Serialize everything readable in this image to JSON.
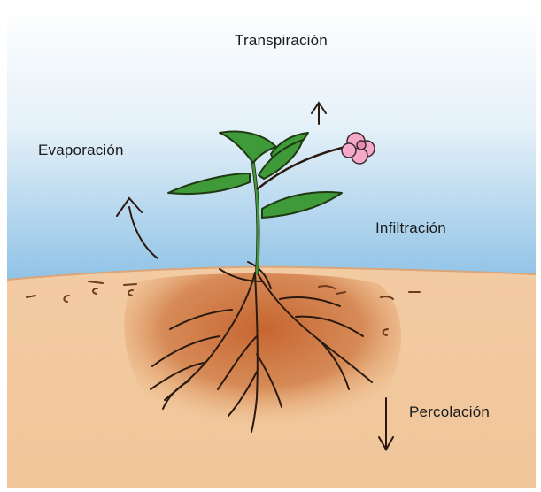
{
  "labels": {
    "transpiration": "Transpiración",
    "evaporation": "Evaporación",
    "infiltration": "Infiltración",
    "percolation": "Percolación"
  },
  "colors": {
    "sky_top": "#ffffff",
    "sky_bottom": "#9fcbe8",
    "soil": "#f0c79e",
    "wet_soil": "#c86d3a",
    "leaf": "#3f9a3a",
    "flower": "#f4a9c8",
    "root": "#2b1a10"
  }
}
